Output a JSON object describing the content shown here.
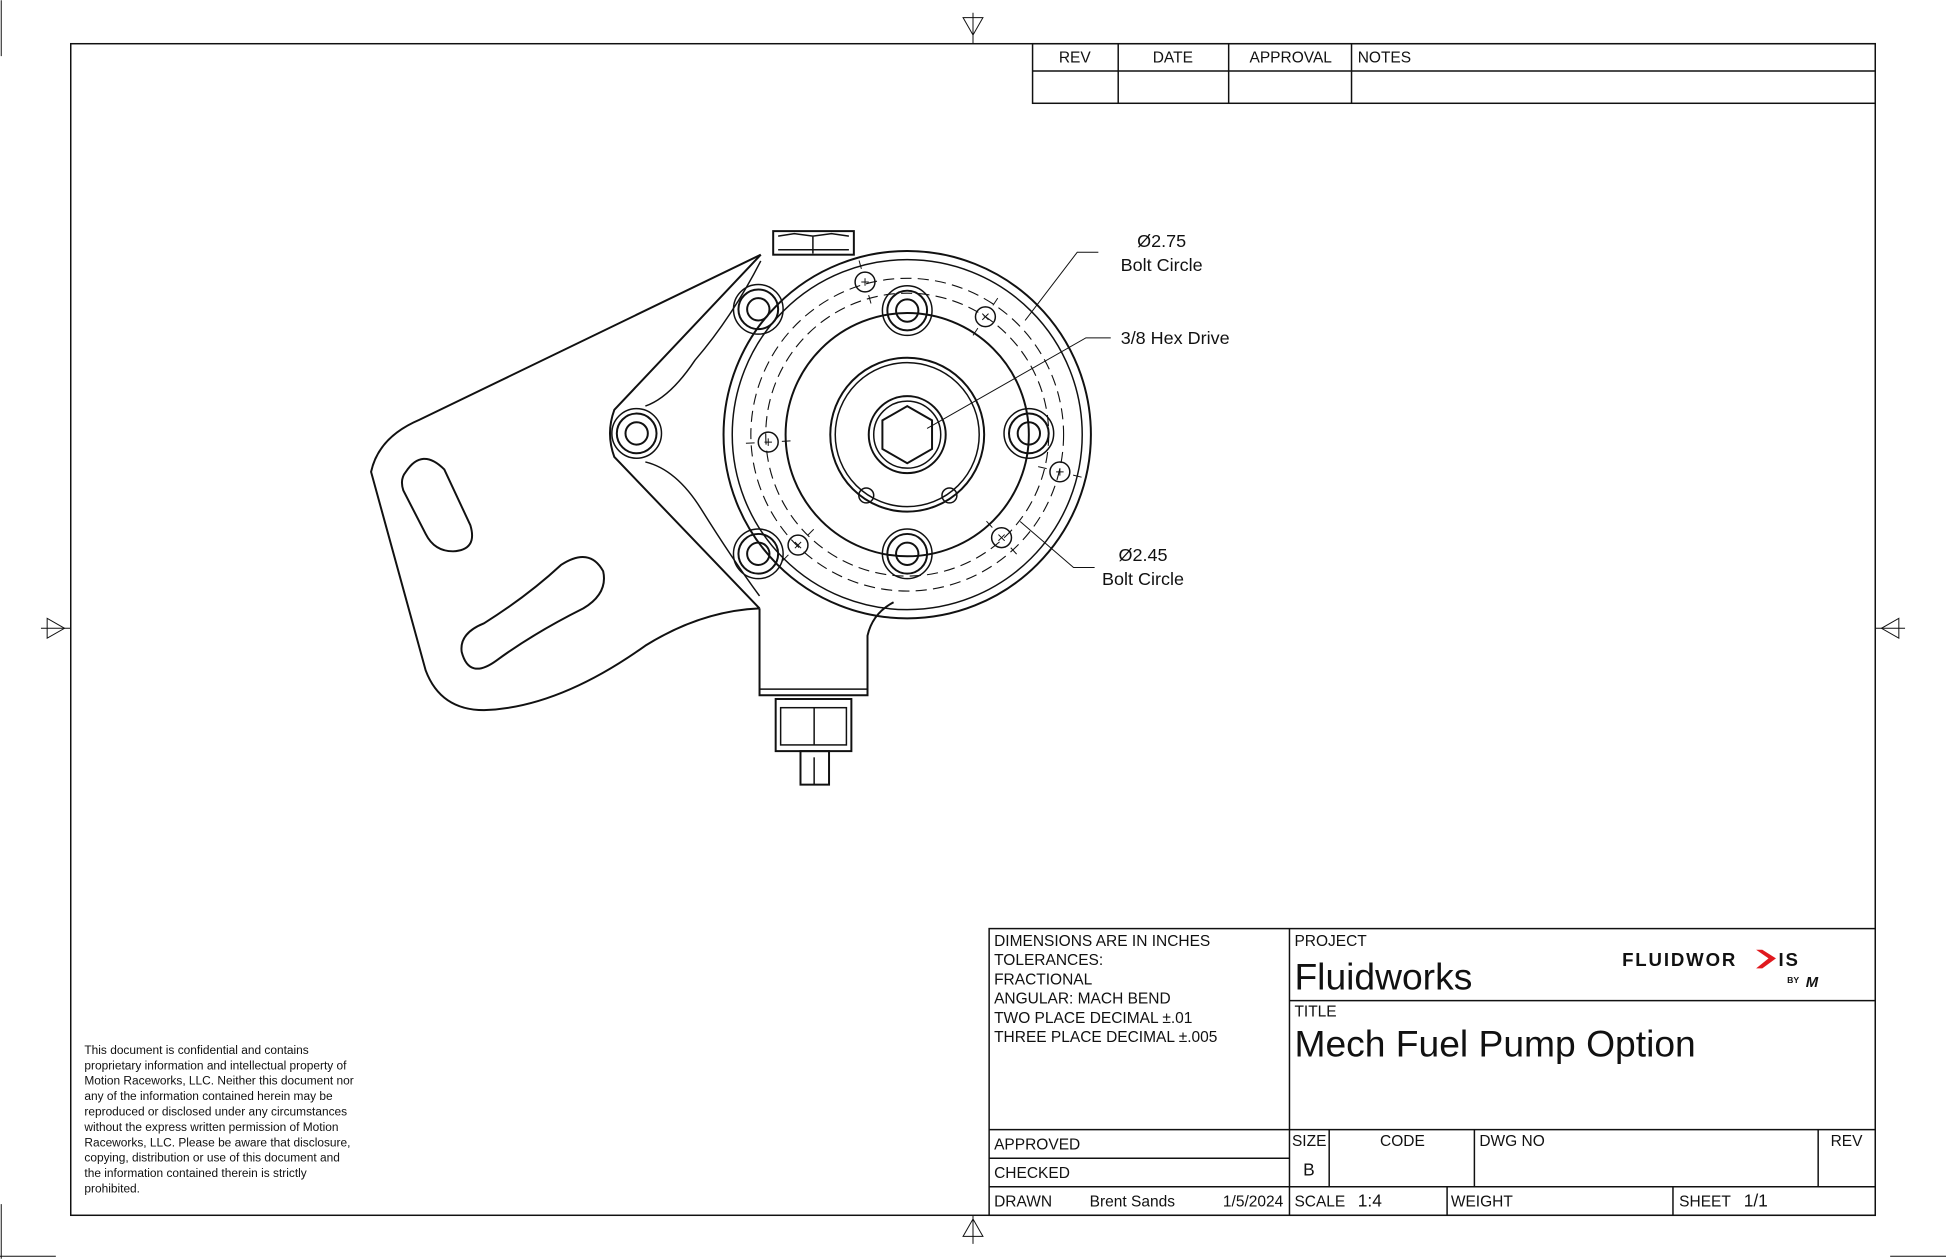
{
  "revision_table": {
    "headers": [
      "REV",
      "DATE",
      "APPROVAL",
      "NOTES"
    ]
  },
  "callouts": {
    "bolt_circle_outer": {
      "dim": "Ø2.75",
      "label": "Bolt Circle"
    },
    "hex_drive": {
      "label": "3/8 Hex Drive"
    },
    "bolt_circle_inner": {
      "dim": "Ø2.45",
      "label": "Bolt Circle"
    }
  },
  "confidentiality": [
    "This document is confidential and contains",
    "proprietary information and intellectual property of",
    "Motion Raceworks, LLC. Neither this document nor",
    "any of the information contained herein may be",
    "reproduced or disclosed under any circumstances",
    "without the express written permission of Motion",
    "Raceworks, LLC. Please be aware that disclosure,",
    "copying, distribution or use of this document and",
    "the information contained therein is strictly",
    "prohibited."
  ],
  "title_block": {
    "tolerances": [
      "DIMENSIONS ARE IN INCHES",
      "TOLERANCES:",
      "FRACTIONAL",
      "ANGULAR: MACH BEND",
      "TWO PLACE DECIMAL ±.01",
      "THREE PLACE DECIMAL ±.005"
    ],
    "project_label": "PROJECT",
    "project": "Fluidworks",
    "title_label": "TITLE",
    "title": "Mech Fuel Pump Option",
    "logo": {
      "text_left": "FLUIDWOR",
      "text_right": "IS",
      "by": "BY",
      "mark": "M",
      "accent": "#e0191e"
    },
    "approved_label": "APPROVED",
    "checked_label": "CHECKED",
    "drawn_label": "DRAWN",
    "drawn_by": "Brent Sands",
    "drawn_date": "1/5/2024",
    "size_label": "SIZE",
    "size": "B",
    "code_label": "CODE",
    "dwg_no_label": "DWG NO",
    "rev_label": "REV",
    "scale_label": "SCALE",
    "scale": "1:4",
    "weight_label": "WEIGHT",
    "sheet_label": "SHEET",
    "sheet": "1/1"
  }
}
